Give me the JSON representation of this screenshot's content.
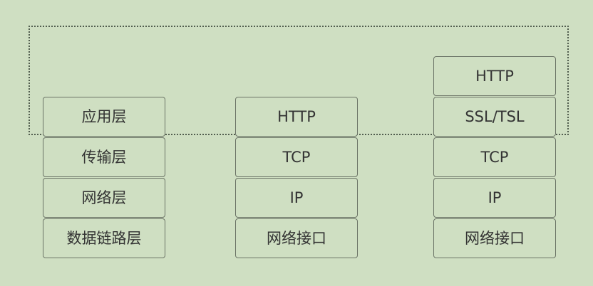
{
  "stacks": [
    {
      "layers": [
        "应用层",
        "传输层",
        "网络层",
        "数据链路层"
      ]
    },
    {
      "layers": [
        "HTTP",
        "TCP",
        "IP",
        "网络接口"
      ]
    },
    {
      "layers": [
        "HTTP",
        "SSL/TSL",
        "TCP",
        "IP",
        "网络接口"
      ]
    }
  ]
}
